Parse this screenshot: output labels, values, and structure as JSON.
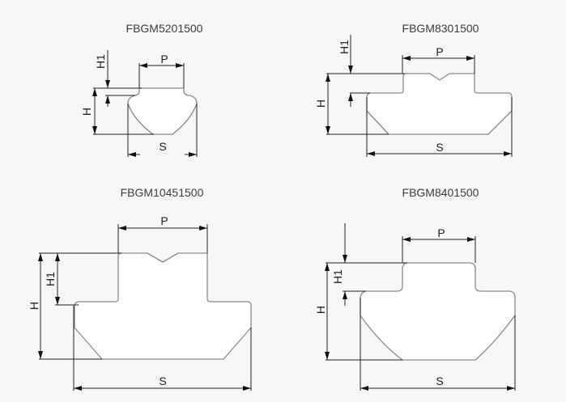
{
  "diagrams": [
    {
      "title": "FBGM5201500",
      "labels": {
        "p": "P",
        "s": "S",
        "h": "H",
        "h1": "H1"
      }
    },
    {
      "title": "FBGM8301500",
      "labels": {
        "p": "P",
        "s": "S",
        "h": "H",
        "h1": "H1"
      }
    },
    {
      "title": "FBGM10451500",
      "labels": {
        "p": "P",
        "s": "S",
        "h": "H",
        "h1": "H1"
      }
    },
    {
      "title": "FBGM8401500",
      "labels": {
        "p": "P",
        "s": "S",
        "h": "H",
        "h1": "H1"
      }
    }
  ]
}
